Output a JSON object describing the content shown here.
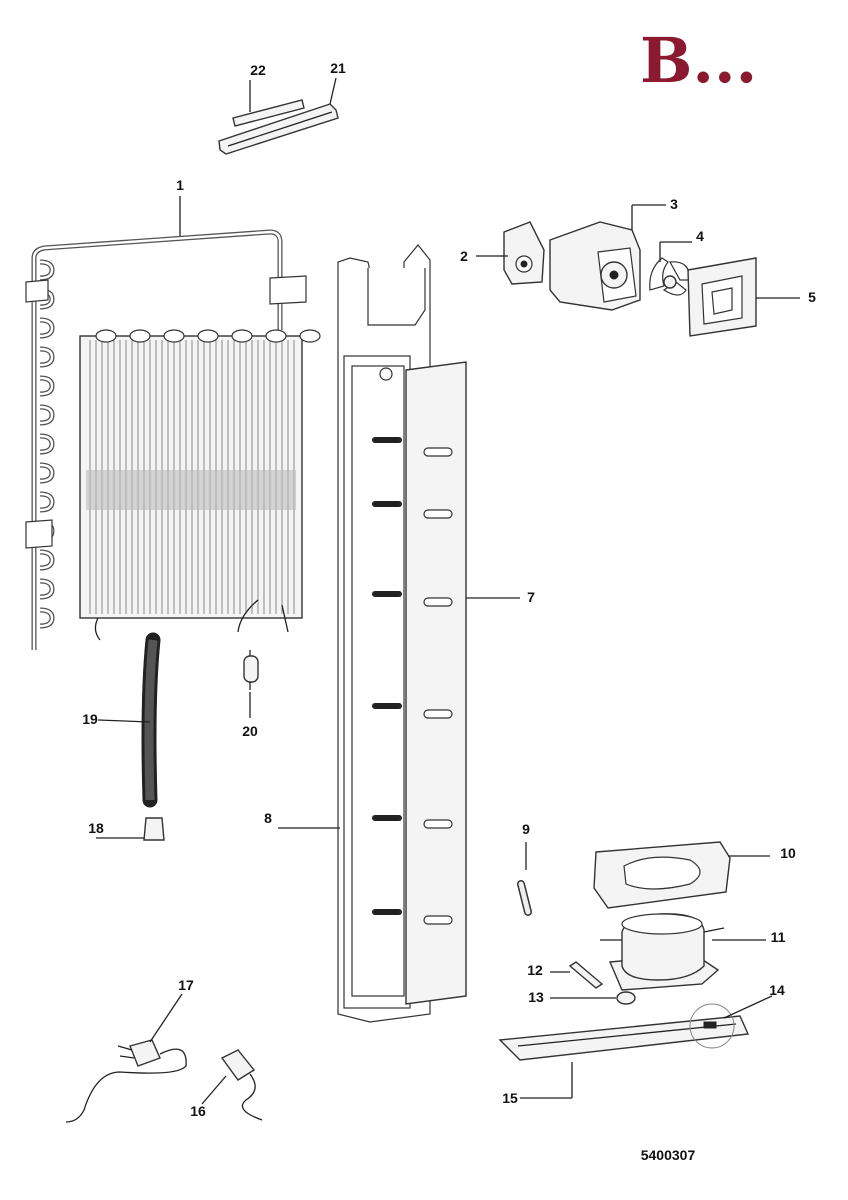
{
  "brand": {
    "text": "B...",
    "color": "#8b1a30"
  },
  "diagram_code": "5400307",
  "callouts": [
    {
      "id": "c1",
      "text": "1"
    },
    {
      "id": "c2",
      "text": "2"
    },
    {
      "id": "c3",
      "text": "3"
    },
    {
      "id": "c4",
      "text": "4"
    },
    {
      "id": "c5",
      "text": "5"
    },
    {
      "id": "c7",
      "text": "7"
    },
    {
      "id": "c8",
      "text": "8"
    },
    {
      "id": "c9",
      "text": "9"
    },
    {
      "id": "c10",
      "text": "10"
    },
    {
      "id": "c11",
      "text": "11"
    },
    {
      "id": "c12",
      "text": "12"
    },
    {
      "id": "c13",
      "text": "13"
    },
    {
      "id": "c14",
      "text": "14"
    },
    {
      "id": "c15",
      "text": "15"
    },
    {
      "id": "c16",
      "text": "16"
    },
    {
      "id": "c17",
      "text": "17"
    },
    {
      "id": "c18",
      "text": "18"
    },
    {
      "id": "c19",
      "text": "19"
    },
    {
      "id": "c20",
      "text": "20"
    },
    {
      "id": "c21",
      "text": "21"
    },
    {
      "id": "c22",
      "text": "22"
    }
  ]
}
